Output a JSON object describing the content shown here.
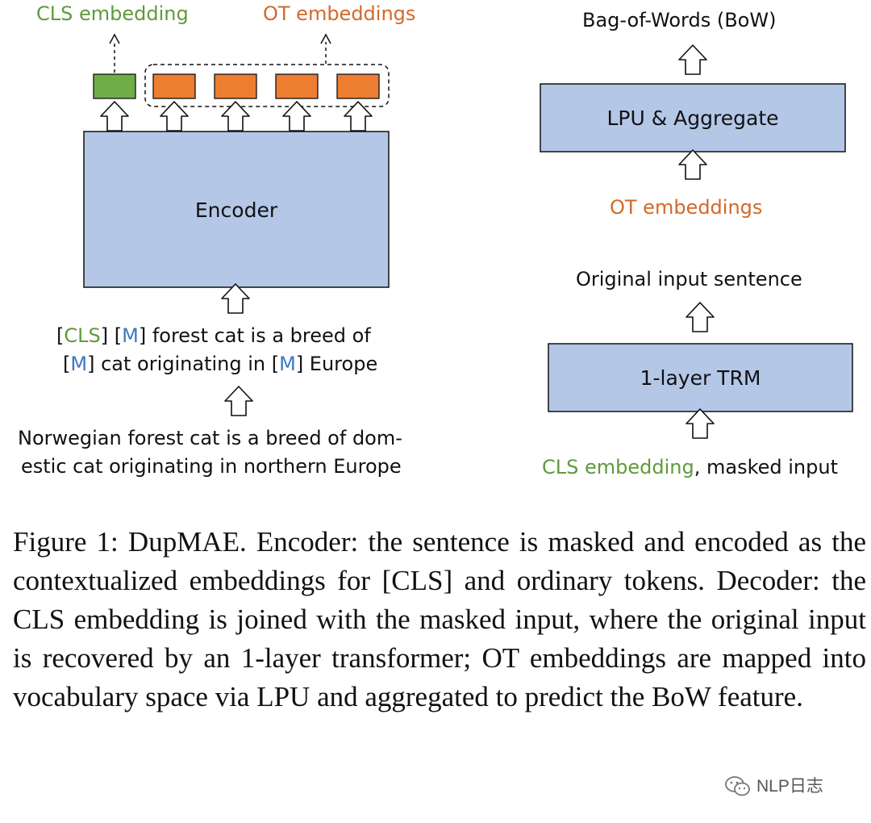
{
  "encoder": {
    "cls_output_label": "CLS embedding",
    "ot_output_label": "OT embeddings",
    "box_label": "Encoder",
    "masked_line1": {
      "p1": "[",
      "cls": "CLS",
      "p2": "] [",
      "m": "M",
      "p3": "] forest cat is a breed of"
    },
    "masked_line2": {
      "p1": "[",
      "m1": "M",
      "p2": "] cat originating in [",
      "m2": "M",
      "p3": "] Europe"
    },
    "input_line1": "Norwegian forest cat is a breed of dom-",
    "input_line2": "estic cat originating in northern Europe"
  },
  "decoder": {
    "bow_label": "Bag-of-Words (BoW)",
    "lpu_label": "LPU & Aggregate",
    "ot_label": "OT embeddings",
    "original_label": "Original input sentence",
    "trm_label": "1-layer TRM",
    "bottom_cls": "CLS embedding",
    "bottom_rest": ", masked input"
  },
  "caption": "Figure 1: DupMAE. Encoder: the sentence is masked and encoded as the contextualized embeddings for [CLS] and ordinary tokens. Decoder: the CLS embedding is joined with the masked input, where the original input is recovered by an 1-layer transformer; OT embeddings are mapped into vocabulary space via LPU and aggregated to predict the BoW feature.",
  "watermark": {
    "text": "NLP日志",
    "icon": "wechat-icon"
  },
  "colors": {
    "box_fill": "#b4c7e7",
    "cls_token": "#70ad47",
    "ot_token": "#ed7d31",
    "green_text": "#5f9a3b",
    "orange_text": "#d2692a",
    "mask_blue": "#3a78c6"
  }
}
